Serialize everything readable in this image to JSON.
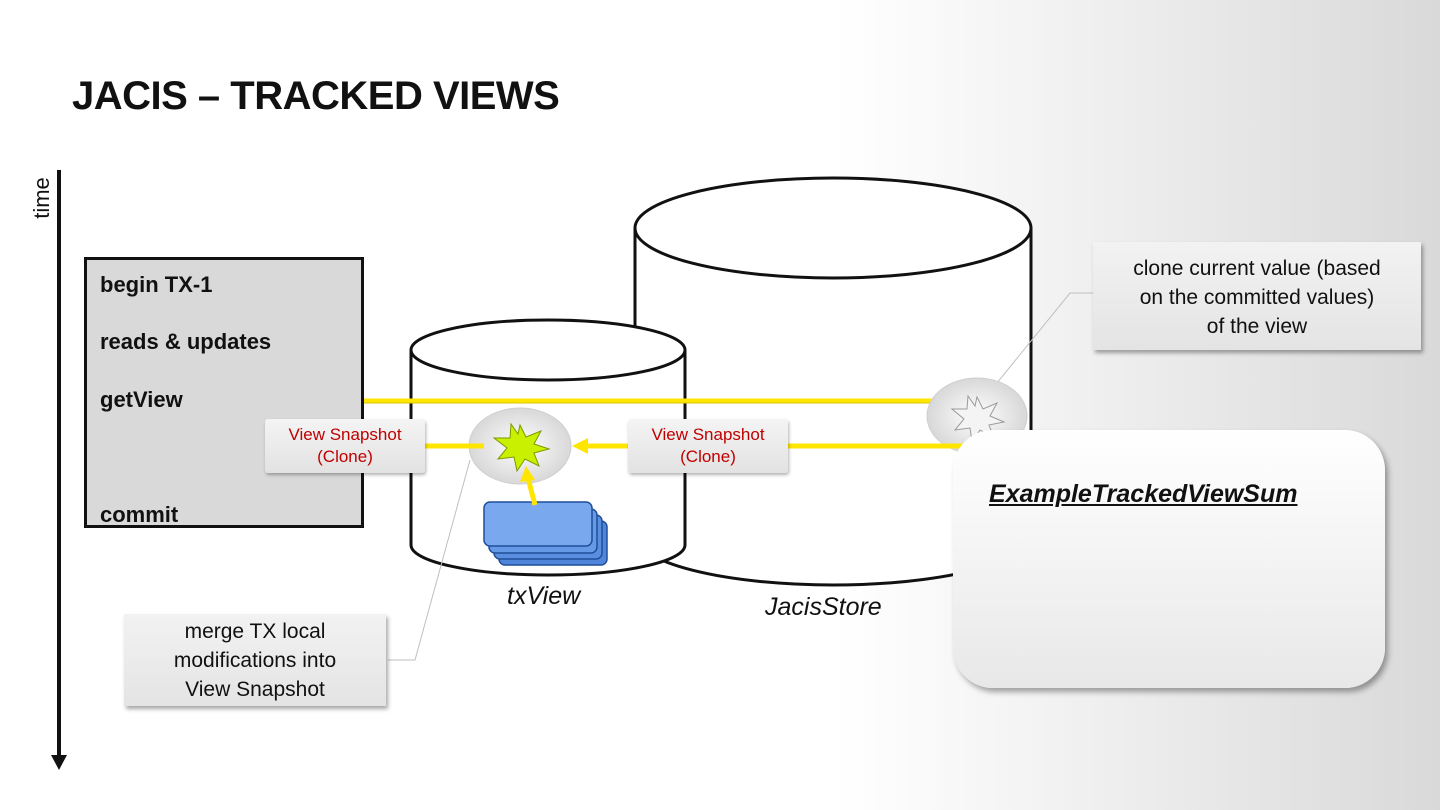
{
  "slide": {
    "title": "JACIS – TRACKED VIEWS",
    "time_label": "time"
  },
  "transaction": {
    "lines": [
      "begin TX-1",
      "reads & updates",
      "getView",
      "commit"
    ]
  },
  "snapshots": [
    {
      "line1": "View Snapshot",
      "line2": "(Clone)"
    },
    {
      "line1": "View Snapshot",
      "line2": "(Clone)"
    }
  ],
  "stores": {
    "tx_view": "txView",
    "jacis_store": "JacisStore"
  },
  "callouts": {
    "clone": [
      "clone current value (based",
      "on the committed values)",
      "of the view"
    ],
    "merge": [
      "merge TX local",
      "modifications into",
      "View Snapshot"
    ]
  },
  "view_panel": {
    "title": "ExampleTrackedViewSum"
  },
  "colors": {
    "arrow": "#ffe600",
    "snapshot_text": "#c00000",
    "tx_box_fill": "#d9d9d9",
    "object_blue": "#4f86d9",
    "burst_green": "#c8f000"
  },
  "icons": [
    "time-arrow-icon",
    "clone-burst-icon",
    "merge-burst-icon",
    "object-stack-icon"
  ]
}
